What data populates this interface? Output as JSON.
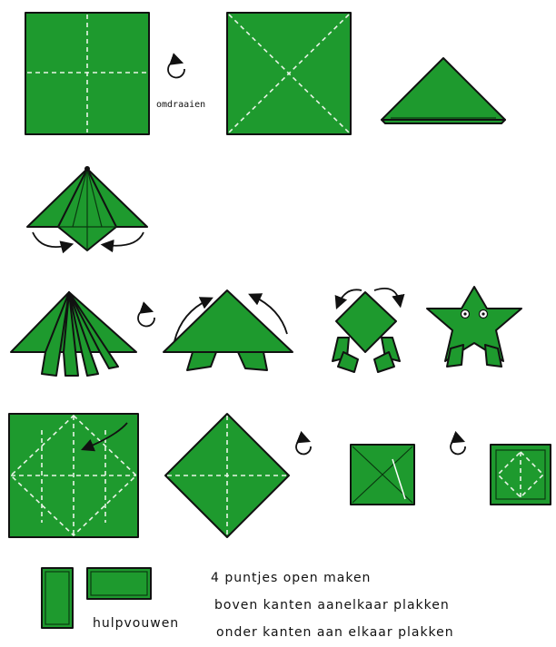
{
  "labels": {
    "flip": "omdraaien",
    "helper_folds": "hulpvouwen"
  },
  "instructions": [
    "4 puntjes open maken",
    "boven kanten aanelkaar plakken",
    "onder kanten aan elkaar plakken"
  ],
  "colors": {
    "paper": "#1e9a2e",
    "outline": "#111111",
    "fold_line": "#e8f4e6"
  }
}
